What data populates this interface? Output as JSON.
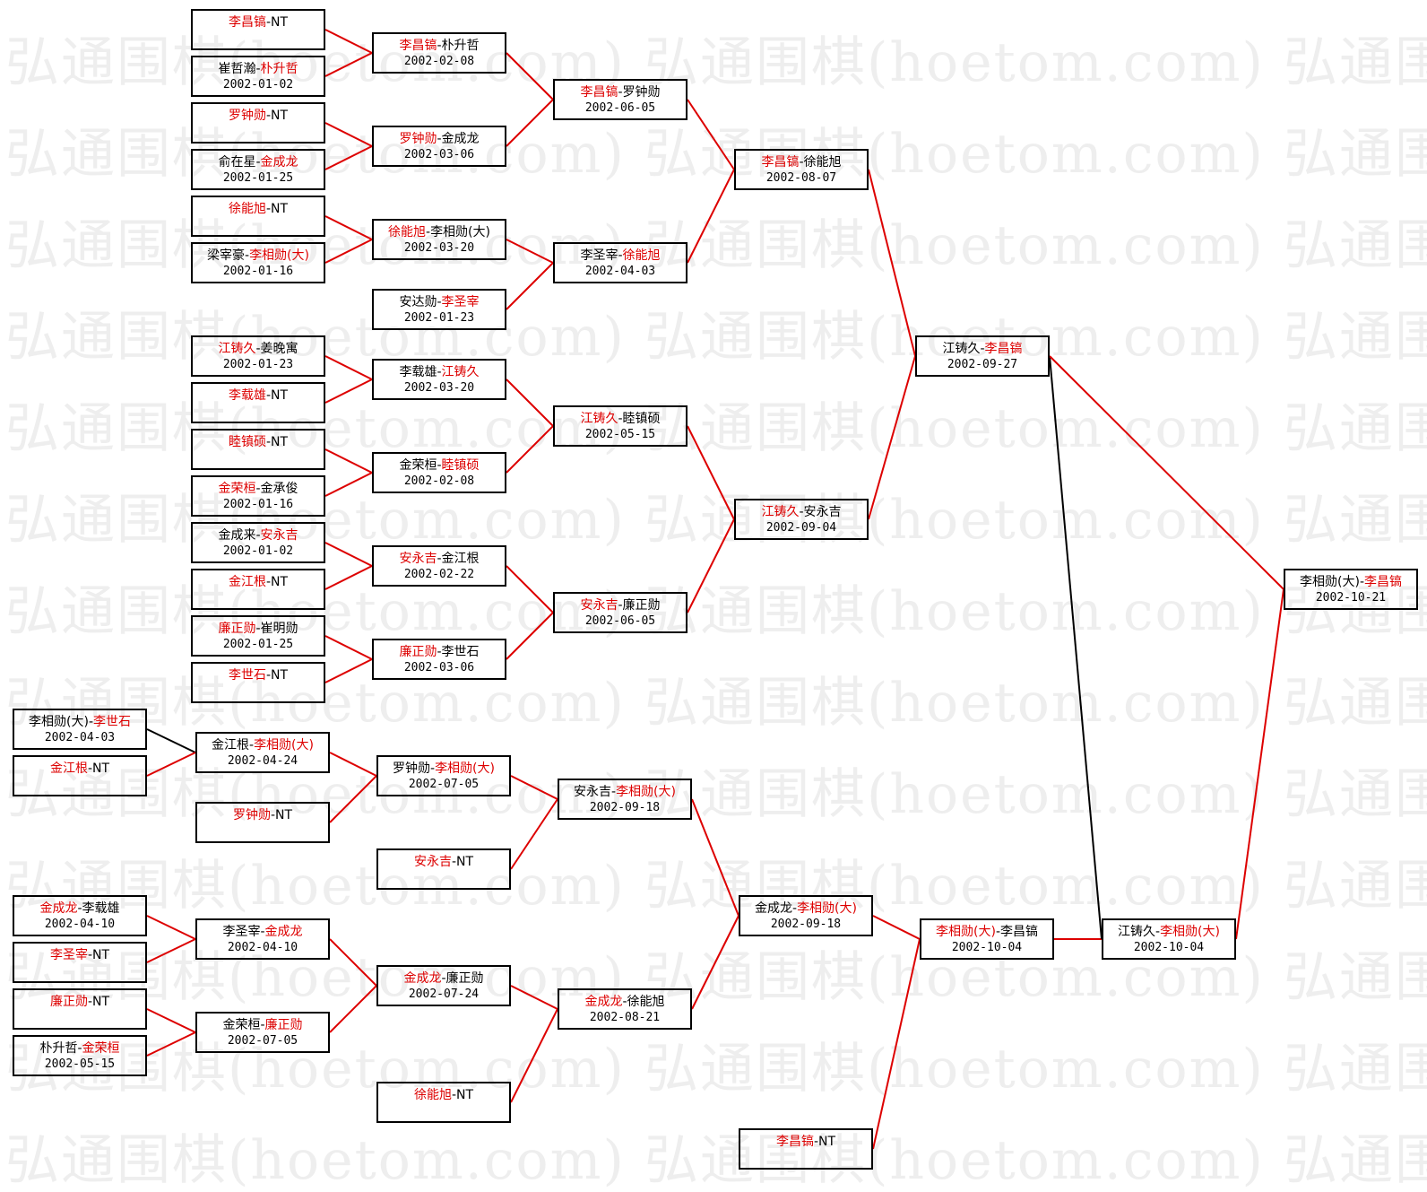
{
  "watermark": "弘通围棋(hoetom.com) 弘通围棋(hoetom.com) 弘通围棋",
  "colors": {
    "winner": "#dd0000",
    "normal": "#000000",
    "line_win": "#dd0000",
    "line_loss": "#000000"
  },
  "matches": [
    {
      "id": "w1-1",
      "p1": "李昌镐",
      "p2": "NT",
      "winner": 1,
      "date": ""
    },
    {
      "id": "w1-2",
      "p1": "崔哲瀚",
      "p2": "朴升哲",
      "winner": 2,
      "date": "2002-01-02"
    },
    {
      "id": "w1-3",
      "p1": "罗钟勋",
      "p2": "NT",
      "winner": 1,
      "date": ""
    },
    {
      "id": "w1-4",
      "p1": "俞在星",
      "p2": "金成龙",
      "winner": 2,
      "date": "2002-01-25"
    },
    {
      "id": "w1-5",
      "p1": "徐能旭",
      "p2": "NT",
      "winner": 1,
      "date": ""
    },
    {
      "id": "w1-6",
      "p1": "梁宰豪",
      "p2": "李相勋(大)",
      "winner": 2,
      "date": "2002-01-16"
    },
    {
      "id": "w1-7",
      "p1": "江铸久",
      "p2": "姜晚寓",
      "winner": 1,
      "date": "2002-01-23"
    },
    {
      "id": "w1-8",
      "p1": "李载雄",
      "p2": "NT",
      "winner": 1,
      "date": ""
    },
    {
      "id": "w1-9",
      "p1": "睦镇硕",
      "p2": "NT",
      "winner": 1,
      "date": ""
    },
    {
      "id": "w1-10",
      "p1": "金荣桓",
      "p2": "金承俊",
      "winner": 1,
      "date": "2002-01-16"
    },
    {
      "id": "w1-11",
      "p1": "金成来",
      "p2": "安永吉",
      "winner": 2,
      "date": "2002-01-02"
    },
    {
      "id": "w1-12",
      "p1": "金江根",
      "p2": "NT",
      "winner": 1,
      "date": ""
    },
    {
      "id": "w1-13",
      "p1": "廉正勋",
      "p2": "崔明勋",
      "winner": 1,
      "date": "2002-01-25"
    },
    {
      "id": "w1-14",
      "p1": "李世石",
      "p2": "NT",
      "winner": 1,
      "date": ""
    },
    {
      "id": "w2-1",
      "p1": "李昌镐",
      "p2": "朴升哲",
      "winner": 1,
      "date": "2002-02-08"
    },
    {
      "id": "w2-2",
      "p1": "罗钟勋",
      "p2": "金成龙",
      "winner": 1,
      "date": "2002-03-06"
    },
    {
      "id": "w2-3",
      "p1": "徐能旭",
      "p2": "李相勋(大)",
      "winner": 1,
      "date": "2002-03-20"
    },
    {
      "id": "w2-4",
      "p1": "安达勋",
      "p2": "李圣宰",
      "winner": 2,
      "date": "2002-01-23"
    },
    {
      "id": "w2-5",
      "p1": "李载雄",
      "p2": "江铸久",
      "winner": 2,
      "date": "2002-03-20"
    },
    {
      "id": "w2-6",
      "p1": "金荣桓",
      "p2": "睦镇硕",
      "winner": 2,
      "date": "2002-02-08"
    },
    {
      "id": "w2-7",
      "p1": "安永吉",
      "p2": "金江根",
      "winner": 1,
      "date": "2002-02-22"
    },
    {
      "id": "w2-8",
      "p1": "廉正勋",
      "p2": "李世石",
      "winner": 1,
      "date": "2002-03-06"
    },
    {
      "id": "w3-1",
      "p1": "李昌镐",
      "p2": "罗钟勋",
      "winner": 1,
      "date": "2002-06-05"
    },
    {
      "id": "w3-2",
      "p1": "李圣宰",
      "p2": "徐能旭",
      "winner": 2,
      "date": "2002-04-03"
    },
    {
      "id": "w3-3",
      "p1": "江铸久",
      "p2": "睦镇硕",
      "winner": 1,
      "date": "2002-05-15"
    },
    {
      "id": "w3-4",
      "p1": "安永吉",
      "p2": "廉正勋",
      "winner": 1,
      "date": "2002-06-05"
    },
    {
      "id": "w4-1",
      "p1": "李昌镐",
      "p2": "徐能旭",
      "winner": 1,
      "date": "2002-08-07"
    },
    {
      "id": "w4-2",
      "p1": "江铸久",
      "p2": "安永吉",
      "winner": 1,
      "date": "2002-09-04"
    },
    {
      "id": "w5-1",
      "p1": "江铸久",
      "p2": "李昌镐",
      "winner": 2,
      "date": "2002-09-27"
    },
    {
      "id": "l1-1",
      "p1": "李相勋(大)",
      "p2": "李世石",
      "winner": 2,
      "date": "2002-04-03"
    },
    {
      "id": "l1-2",
      "p1": "金江根",
      "p2": "NT",
      "winner": 1,
      "date": ""
    },
    {
      "id": "l2-1",
      "p1": "金江根",
      "p2": "李相勋(大)",
      "winner": 2,
      "date": "2002-04-24"
    },
    {
      "id": "l2-2",
      "p1": "罗钟勋",
      "p2": "NT",
      "winner": 1,
      "date": ""
    },
    {
      "id": "l3-1",
      "p1": "罗钟勋",
      "p2": "李相勋(大)",
      "winner": 2,
      "date": "2002-07-05"
    },
    {
      "id": "l3-2",
      "p1": "安永吉",
      "p2": "NT",
      "winner": 1,
      "date": ""
    },
    {
      "id": "l4-1",
      "p1": "安永吉",
      "p2": "李相勋(大)",
      "winner": 2,
      "date": "2002-09-18"
    },
    {
      "id": "lb1-1",
      "p1": "金成龙",
      "p2": "李载雄",
      "winner": 1,
      "date": "2002-04-10"
    },
    {
      "id": "lb1-2",
      "p1": "李圣宰",
      "p2": "NT",
      "winner": 1,
      "date": ""
    },
    {
      "id": "lb1-3",
      "p1": "廉正勋",
      "p2": "NT",
      "winner": 1,
      "date": ""
    },
    {
      "id": "lb1-4",
      "p1": "朴升哲",
      "p2": "金荣桓",
      "winner": 2,
      "date": "2002-05-15"
    },
    {
      "id": "lb2-1",
      "p1": "李圣宰",
      "p2": "金成龙",
      "winner": 2,
      "date": "2002-04-10"
    },
    {
      "id": "lb2-2",
      "p1": "金荣桓",
      "p2": "廉正勋",
      "winner": 2,
      "date": "2002-07-05"
    },
    {
      "id": "lb3-1",
      "p1": "金成龙",
      "p2": "廉正勋",
      "winner": 1,
      "date": "2002-07-24"
    },
    {
      "id": "lb3-2",
      "p1": "徐能旭",
      "p2": "NT",
      "winner": 1,
      "date": ""
    },
    {
      "id": "lb4-1",
      "p1": "金成龙",
      "p2": "徐能旭",
      "winner": 1,
      "date": "2002-08-21"
    },
    {
      "id": "l5-1",
      "p1": "金成龙",
      "p2": "李相勋(大)",
      "winner": 2,
      "date": "2002-09-18"
    },
    {
      "id": "l5-2",
      "p1": "李昌镐",
      "p2": "NT",
      "winner": 1,
      "date": ""
    },
    {
      "id": "l6-1",
      "p1": "李相勋(大)",
      "p2": "李昌镐",
      "winner": 1,
      "date": "2002-10-04"
    },
    {
      "id": "l7-1",
      "p1": "江铸久",
      "p2": "李相勋(大)",
      "winner": 2,
      "date": "2002-10-04"
    },
    {
      "id": "final",
      "p1": "李相勋(大)",
      "p2": "李昌镐",
      "winner": 2,
      "date": "2002-10-21"
    }
  ]
}
